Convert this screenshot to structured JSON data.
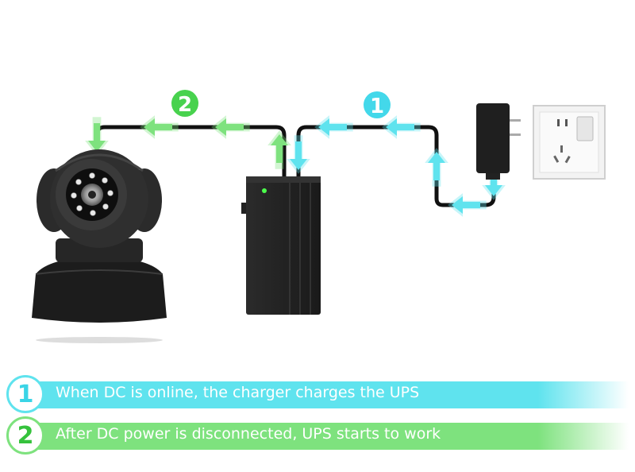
{
  "colors": {
    "step1": "#5fe3ee",
    "step1_text": "#3ad4e6",
    "step2": "#7ee27e",
    "step2_text": "#35c23c",
    "cable": "#111111"
  },
  "steps": [
    {
      "number": "1",
      "caption": "When DC is online, the charger charges the UPS"
    },
    {
      "number": "2",
      "caption": "After DC power is disconnected, UPS starts to work"
    }
  ],
  "devices": [
    "camera-icon",
    "ups-box-icon",
    "power-adapter-icon",
    "wall-socket-icon"
  ]
}
